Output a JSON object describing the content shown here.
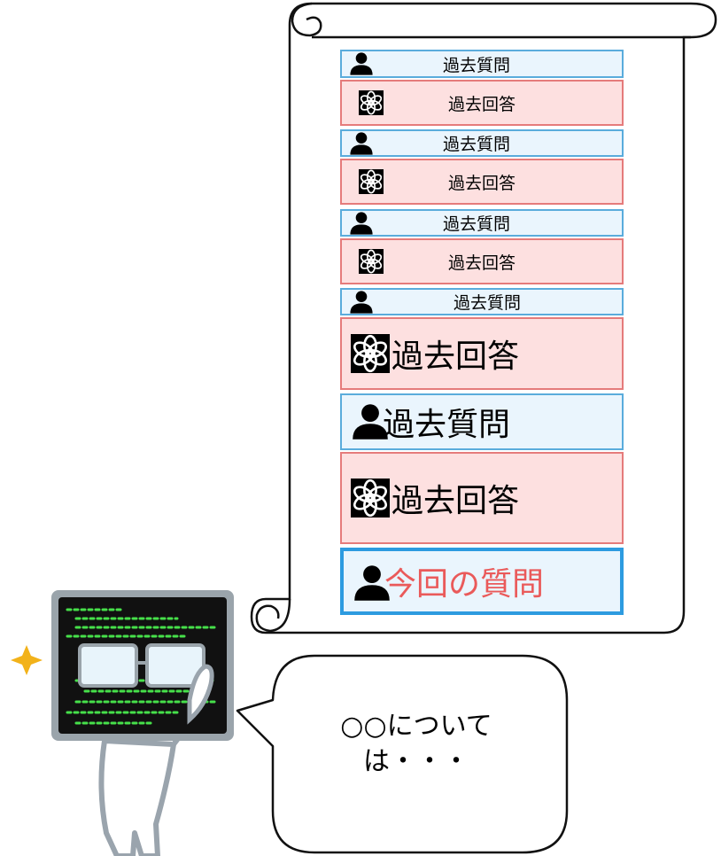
{
  "colors": {
    "question_fill": "#eaf5fd",
    "question_border": "#5aacdc",
    "answer_fill": "#fde0e0",
    "answer_border": "#e57b7b",
    "current_border": "#2d9be0",
    "current_text": "#ea5a5a"
  },
  "scroll": {
    "messages": [
      {
        "role": "question",
        "label": "過去質問",
        "icon": "user-icon"
      },
      {
        "role": "answer",
        "label": "過去回答",
        "icon": "chatgpt-logo-icon"
      },
      {
        "role": "question",
        "label": "過去質問",
        "icon": "user-icon"
      },
      {
        "role": "answer",
        "label": "過去回答",
        "icon": "chatgpt-logo-icon"
      },
      {
        "role": "question",
        "label": "過去質問",
        "icon": "user-icon"
      },
      {
        "role": "answer",
        "label": "過去回答",
        "icon": "chatgpt-logo-icon"
      },
      {
        "role": "question",
        "label": "過去質問",
        "icon": "user-icon"
      },
      {
        "role": "answer",
        "label": "過去回答",
        "icon": "chatgpt-logo-icon"
      },
      {
        "role": "question",
        "label": "過去質問",
        "icon": "user-icon"
      },
      {
        "role": "answer",
        "label": "過去回答",
        "icon": "chatgpt-logo-icon"
      },
      {
        "role": "current_question",
        "label": "今回の質問",
        "icon": "user-icon"
      }
    ]
  },
  "speech_bubble": {
    "line1": "○○について",
    "line2": "は・・・"
  },
  "character": {
    "icon": "computer-head-robot-icon",
    "sparkle": "sparkle-icon"
  }
}
